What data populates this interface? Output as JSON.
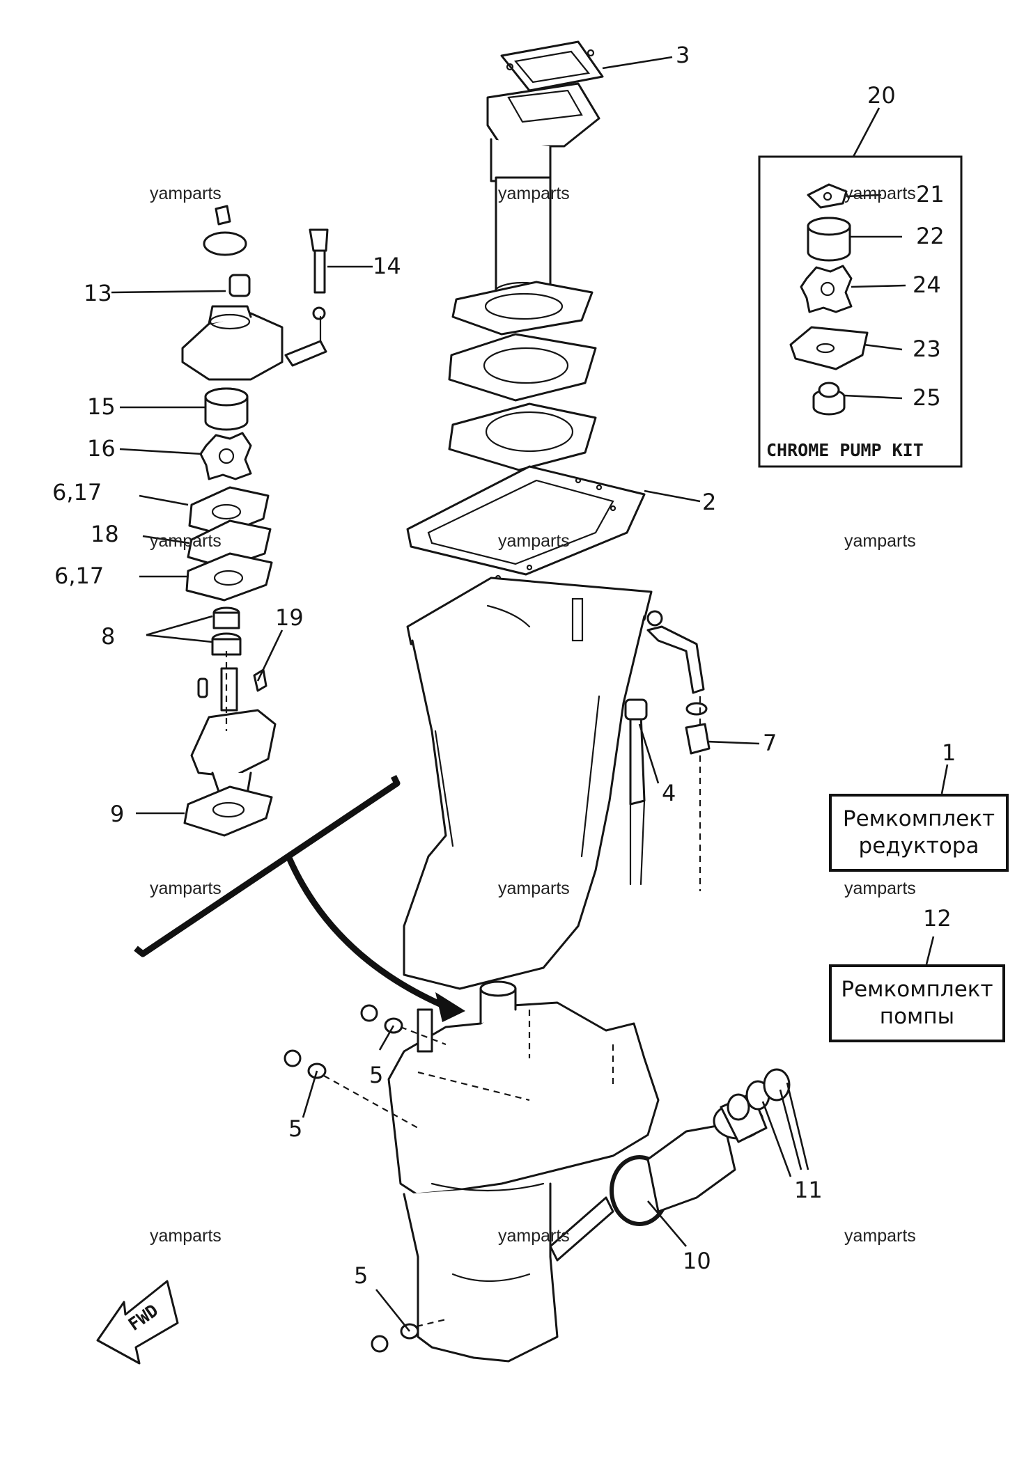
{
  "watermark": "yamparts",
  "part_numbers": {
    "p1": "1",
    "p2": "2",
    "p3": "3",
    "p4": "4",
    "p5a": "5",
    "p5b": "5",
    "p5c": "5",
    "p6_17a": "6,17",
    "p6_17b": "6,17",
    "p7": "7",
    "p8": "8",
    "p9": "9",
    "p10": "10",
    "p11": "11",
    "p12": "12",
    "p13": "13",
    "p14": "14",
    "p15": "15",
    "p16": "16",
    "p18": "18",
    "p19": "19",
    "p20": "20",
    "p21": "21",
    "p22": "22",
    "p23": "23",
    "p24": "24",
    "p25": "25"
  },
  "kit": {
    "title": "CHROME PUMP KIT"
  },
  "gear_kit": {
    "line1": "Ремкомплект",
    "line2": "редуктора"
  },
  "pump_kit": {
    "line1": "Ремкомплект",
    "line2": "помпы"
  },
  "direction_label": "FWD",
  "colors": {
    "ink": "#151515",
    "background": "#ffffff"
  }
}
